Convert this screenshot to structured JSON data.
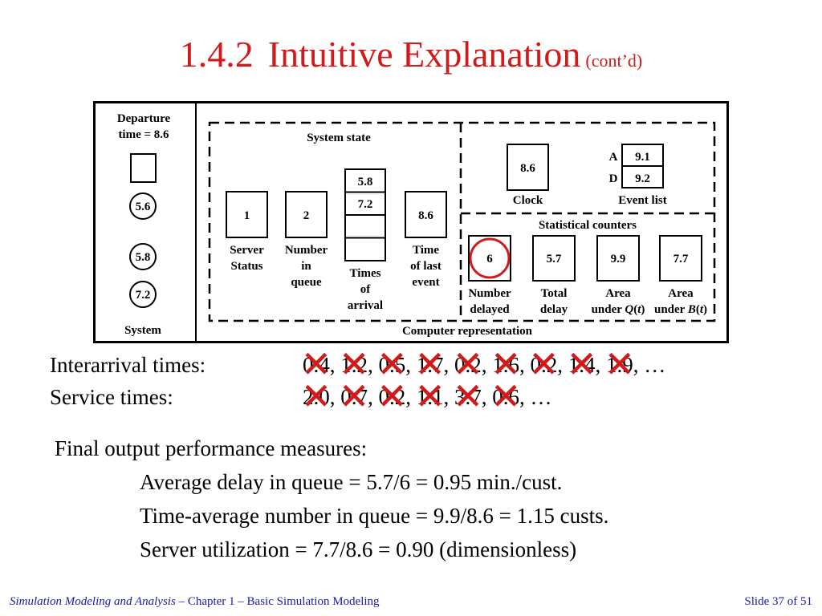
{
  "title": {
    "number": "1.4.2",
    "text": "Intuitive Explanation",
    "sub": "(cont’d)"
  },
  "diagram": {
    "system": {
      "departure_l1": "Departure",
      "departure_l2": "time = 8.6",
      "customers": [
        "5.6",
        "5.8",
        "7.2"
      ],
      "label": "System"
    },
    "state": {
      "title": "System state",
      "server_status": "1",
      "server_l1": "Server",
      "server_l2": "Status",
      "num_in_queue": "2",
      "queue_l1": "Number",
      "queue_l2": "in",
      "queue_l3": "queue",
      "arrival_times": [
        "5.8",
        "7.2"
      ],
      "arrival_l1": "Times",
      "arrival_l2": "of",
      "arrival_l3": "arrival",
      "last_event": "8.6",
      "last_l1": "Time",
      "last_l2": "of last",
      "last_l3": "event"
    },
    "clock": {
      "value": "8.6",
      "label": "Clock"
    },
    "event_list": {
      "A": "A",
      "A_value": "9.1",
      "D": "D",
      "D_value": "9.2",
      "label": "Event list"
    },
    "counters": {
      "title": "Statistical counters",
      "num_delayed": "6",
      "nd_l1": "Number",
      "nd_l2": "delayed",
      "total_delay": "5.7",
      "td_l1": "Total",
      "td_l2": "delay",
      "area_q": "9.9",
      "aq_l1": "Area",
      "aq_l2a": "under",
      "aq_l2b": "Q",
      "area_b": "7.7",
      "ab_l1": "Area",
      "ab_l2a": "under",
      "ab_l2b": "B",
      "t": "t"
    },
    "computer_label": "Computer representation"
  },
  "interarrival": {
    "label": "Interarrival times:",
    "values": [
      "0.4",
      "1.2",
      "0.5",
      "1.7",
      "0.2",
      "1.6",
      "0.2",
      "1.4",
      "1.9"
    ],
    "ellipsis": "…"
  },
  "service": {
    "label": "Service times:",
    "values": [
      "2.0",
      "0.7",
      "0.2",
      "1.1",
      "3.7",
      "0.6"
    ],
    "ellipsis": "…"
  },
  "perf": {
    "heading": "Final output performance measures:",
    "line1": "Average delay in queue = 5.7/6 = 0.95 min./cust.",
    "line2": "Time-average number in queue = 9.9/8.6 = 1.15 custs.",
    "line3": "Server utilization = 7.7/8.6 = 0.90 (dimensionless)"
  },
  "footer": {
    "book": "Simulation Modeling and Analysis",
    "chapter": " – Chapter 1 –  Basic Simulation Modeling",
    "slide": "Slide 37 of 51"
  },
  "colors": {
    "accent": "#d11b1b",
    "footer": "#1a1aa8"
  }
}
